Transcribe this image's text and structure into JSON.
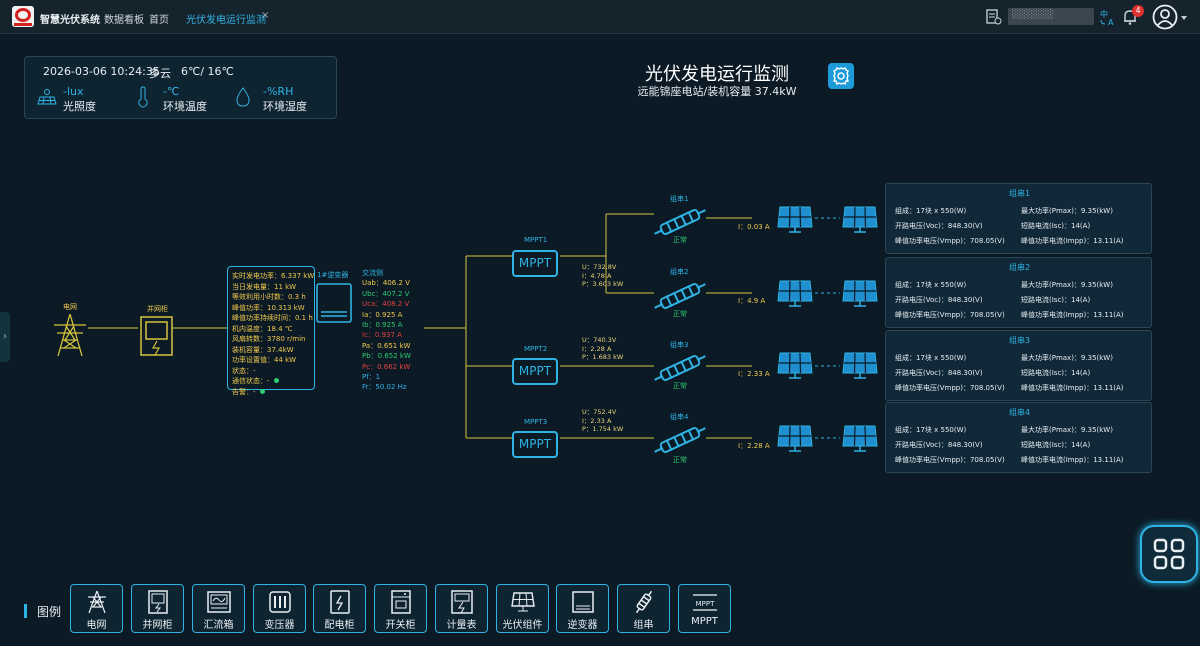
{
  "topbar": {
    "app_name": "智慧光伏系统",
    "nav": [
      "数据看板",
      "首页"
    ],
    "active_tab": "光伏发电运行监测",
    "tab_close": "×",
    "notifications": "4"
  },
  "weather": {
    "datetime": "2026-03-06 10:24:35",
    "condition": "多云",
    "temperature": "6℃/ 16℃",
    "metrics": [
      {
        "value": "-lux",
        "label": "光照度",
        "icon": "solar-panel-icon"
      },
      {
        "value": "-℃",
        "label": "环境温度",
        "icon": "thermometer-icon"
      },
      {
        "value": "-%RH",
        "label": "环境湿度",
        "icon": "droplet-icon"
      }
    ]
  },
  "header": {
    "title": "光伏发电运行监测",
    "subtitle": "远能锦座电站/装机容量 37.4kW"
  },
  "diagram": {
    "grid_label": "电网",
    "cabinet_label": "并网柜",
    "inverter_label": "1#逆变器",
    "inverter_info": [
      "实时发电功率：6.337 kW",
      "当日发电量：11 kW",
      "等效利用小时数：0.3 h",
      "峰值功率：10.313 kW",
      "峰值功率持续时间：0.1 h",
      "机内温度：18.4 ℃",
      "风扇转数：3780 r/min",
      "装机容量：37.4kW",
      "功率设置值：44 kW",
      "状态：-",
      "通信状态：-",
      "告警：-"
    ],
    "ac_side": {
      "title": "交流侧",
      "rows": [
        {
          "text": "Uab：406.2 V",
          "color": "#f2c94c"
        },
        {
          "text": "Ubc：407.2 V",
          "color": "#2ecc71"
        },
        {
          "text": "Uca：408.2 V",
          "color": "#e84040"
        },
        {
          "text": "Ia：0.925 A",
          "color": "#f2c94c"
        },
        {
          "text": "Ib：0.925 A",
          "color": "#2ecc71"
        },
        {
          "text": "Ic：0.937 A",
          "color": "#e84040"
        },
        {
          "text": "Pa：0.651 kW",
          "color": "#f2c94c"
        },
        {
          "text": "Pb：0.652 kW",
          "color": "#2ecc71"
        },
        {
          "text": "Pc：0.662 kW",
          "color": "#e84040"
        },
        {
          "text": "Pf：1",
          "color": "#2fb3e4"
        },
        {
          "text": "Fr：50.02 Hz",
          "color": "#2fb3e4"
        }
      ]
    },
    "mppts": [
      {
        "name": "MPPT1",
        "box": "MPPT",
        "u": "U：732.8V",
        "i": "I：4.78 A",
        "p": "P：3.603 kW"
      },
      {
        "name": "MPPT2",
        "box": "MPPT",
        "u": "U：740.3V",
        "i": "I：2.28 A",
        "p": "P：1.683 kW"
      },
      {
        "name": "MPPT3",
        "box": "MPPT",
        "u": "U：752.4V",
        "i": "I：2.33 A",
        "p": "P：1.754 kW"
      }
    ],
    "strings": [
      {
        "name": "组串1",
        "status": "正常",
        "current": "I：0.03 A"
      },
      {
        "name": "组串2",
        "status": "正常",
        "current": "I：4.9 A"
      },
      {
        "name": "组串3",
        "status": "正常",
        "current": "I：2.33 A"
      },
      {
        "name": "组串4",
        "status": "正常",
        "current": "I：2.28 A"
      }
    ]
  },
  "panels": [
    {
      "title": "组串1",
      "config": "组成：17块 x 550(W)",
      "pmax": "最大功率(Pmax)：9.35(kW)",
      "voc": "开路电压(Voc)：848.30(V)",
      "isc": "短路电流(Isc)：14(A)",
      "vmpp": "峰值功率电压(Vmpp)：708.05(V)",
      "impp": "峰值功率电流(Impp)：13.11(A)"
    },
    {
      "title": "组串2",
      "config": "组成：17块 x 550(W)",
      "pmax": "最大功率(Pmax)：9.35(kW)",
      "voc": "开路电压(Voc)：848.30(V)",
      "isc": "短路电流(Isc)：14(A)",
      "vmpp": "峰值功率电压(Vmpp)：708.05(V)",
      "impp": "峰值功率电流(Impp)：13.11(A)"
    },
    {
      "title": "组串3",
      "config": "组成：17块 x 550(W)",
      "pmax": "最大功率(Pmax)：9.35(kW)",
      "voc": "开路电压(Voc)：848.30(V)",
      "isc": "短路电流(Isc)：14(A)",
      "vmpp": "峰值功率电压(Vmpp)：708.05(V)",
      "impp": "峰值功率电流(Impp)：13.11(A)"
    },
    {
      "title": "组串4",
      "config": "组成：17块 x 550(W)",
      "pmax": "最大功率(Pmax)：9.35(kW)",
      "voc": "开路电压(Voc)：848.30(V)",
      "isc": "短路电流(Isc)：14(A)",
      "vmpp": "峰值功率电压(Vmpp)：708.05(V)",
      "impp": "峰值功率电流(Impp)：13.11(A)"
    }
  ],
  "legend": {
    "title": "图例",
    "items": [
      {
        "label": "电网",
        "icon": "power-tower-icon"
      },
      {
        "label": "并网柜",
        "icon": "grid-cabinet-icon"
      },
      {
        "label": "汇流箱",
        "icon": "combiner-box-icon"
      },
      {
        "label": "变压器",
        "icon": "transformer-icon"
      },
      {
        "label": "配电柜",
        "icon": "distribution-cabinet-icon"
      },
      {
        "label": "开关柜",
        "icon": "switch-cabinet-icon"
      },
      {
        "label": "计量表",
        "icon": "meter-icon"
      },
      {
        "label": "光伏组件",
        "icon": "solar-panel-icon"
      },
      {
        "label": "逆变器",
        "icon": "inverter-icon"
      },
      {
        "label": "组串",
        "icon": "string-icon"
      },
      {
        "label": "MPPT",
        "icon": "mppt-icon"
      }
    ]
  },
  "colors": {
    "accent": "#2fb3e4",
    "line": "#d4c23c",
    "ok": "#2ecc71",
    "bg": "#0b1a25"
  }
}
